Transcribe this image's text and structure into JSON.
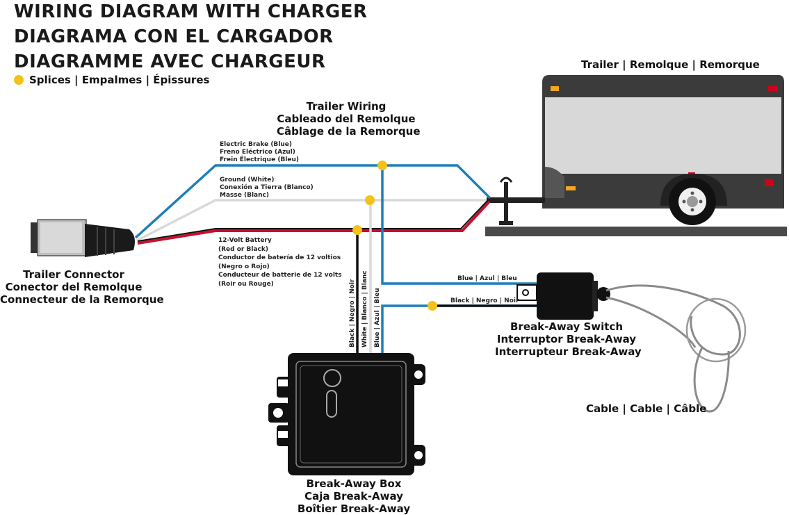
{
  "title": {
    "line1": "WIRING DIAGRAM WITH CHARGER",
    "line2": "DIAGRAMA CON EL CARGADOR",
    "line3": "DIAGRAMME AVEC CHARGEUR"
  },
  "legend": {
    "splices": "Splices | Empalmes | Épissures",
    "splice_color": "#f2c21b"
  },
  "trailer": {
    "label": "Trailer | Remolque | Remorque"
  },
  "trailer_wiring": {
    "line1": "Trailer Wiring",
    "line2": "Cableado del Remolque",
    "line3": "Câblage de la Remorque"
  },
  "wires": {
    "blue": {
      "l1": "Electric Brake (Blue)",
      "l2": "Freno Eléctrico (Azul)",
      "l3": "Frein Électrique (Bleu)",
      "color": "#1e7fb8"
    },
    "white": {
      "l1": "Ground (White)",
      "l2": "Conexión a Tierra (Blanco)",
      "l3": "Masse (Blanc)",
      "color": "#d9d9d9"
    },
    "red": {
      "l1": "12-Volt Battery",
      "l2": "(Red or Black)",
      "l3": "Conductor de batería de 12 voltios",
      "l4": "(Negro o Rojo)",
      "l5": "Conducteur de batterie de 12 volts",
      "l6": "(Roir ou Rouge)",
      "color": "#c8102e"
    },
    "black_color": "#111111"
  },
  "connector": {
    "line1": "Trailer Connector",
    "line2": "Conector del Remolque",
    "line3": "Connecteur de la Remorque"
  },
  "vertical": {
    "black": "Black | Negro | Noir",
    "white": "White | Blanco | Blanc",
    "blue": "Blue | Azul | Bleu"
  },
  "switch_wires": {
    "blue": "Blue | Azul | Bleu",
    "black": "Black | Negro | Noir"
  },
  "switch": {
    "line1": "Break-Away Switch",
    "line2": "Interruptor Break-Away",
    "line3": "Interrupteur Break-Away"
  },
  "box": {
    "line1": "Break-Away Box",
    "line2": "Caja Break-Away",
    "line3": "Boîtier Break-Away"
  },
  "cable": {
    "label": "Cable | Cable | Câble"
  }
}
